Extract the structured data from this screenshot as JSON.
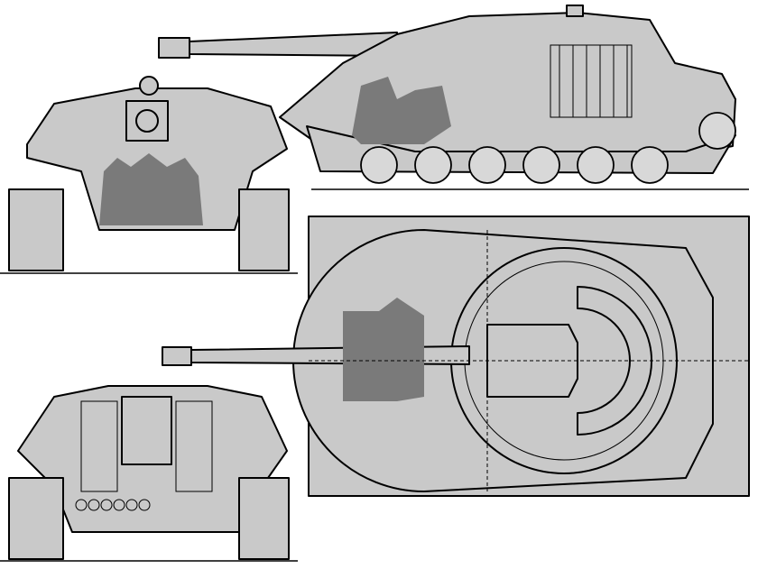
{
  "drawing": {
    "views": [
      "side",
      "front",
      "top",
      "rear"
    ],
    "colors": {
      "fill": "#c9c9c9",
      "line": "#000000",
      "crew": "#7a7a7a",
      "background": "#ffffff"
    }
  }
}
